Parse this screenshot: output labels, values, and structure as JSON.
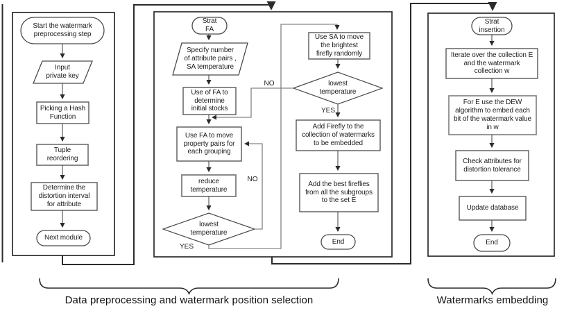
{
  "colors": {
    "background": "#ffffff",
    "panel_border": "#2b2b2b",
    "connector": "#2b2b2b",
    "shape_stroke": "#4a4a4a",
    "shape_stroke_light": "#7d7d7d",
    "text": "#1c1c1c"
  },
  "panels": {
    "preprocessing": {
      "nodes": {
        "start": "Start the watermark\npreprocessing step",
        "input_key": "Input\nprivate key",
        "hash": "Picking a Hash\nFunction",
        "tuple": "Tuple\nreordering",
        "distortion": "Determine the\ndistortion interval\nfor attribute",
        "next_module": "Next module"
      }
    },
    "position_selection": {
      "nodes": {
        "start_fa": "Strat\nFA",
        "specify": "Specify number\nof attribute pairs ,\nSA temperature",
        "init_stocks": "Use of FA to\ndetermine\ninitial stocks",
        "move_pairs": "Use FA to move\nproperty pairs for\neach grouping",
        "reduce_temp": "reduce\ntemperature",
        "fa_lowest": "lowest\ntemperature",
        "use_sa": "Use SA to move\nthe brightest\nfirefly randomly",
        "sa_lowest": "lowest\ntemperature",
        "add_firefly": "Add Firefly to the\ncollection of watermarks\nto be embedded",
        "add_best": "Add the best fireflies\nfrom all the subgroups\nto the set E",
        "end": "End"
      },
      "edge_labels": {
        "fa_no": "NO",
        "fa_yes": "YES",
        "sa_no": "NO",
        "sa_yes": "YES"
      }
    },
    "embedding": {
      "nodes": {
        "start_insertion": "Strat\ninsertion",
        "iterate": "Iterate over the collection E\nand the watermark\ncollection w",
        "dew": "For E use the DEW\nalgorithm to embed each\nbit of the watermark value\nin w",
        "check": "Check attributes for\ndistortion tolerance",
        "update": "Update database",
        "end": "End"
      }
    }
  },
  "sections": {
    "preprocessing_label": "Data preprocessing and watermark position selection",
    "embedding_label": "Watermarks embedding"
  }
}
